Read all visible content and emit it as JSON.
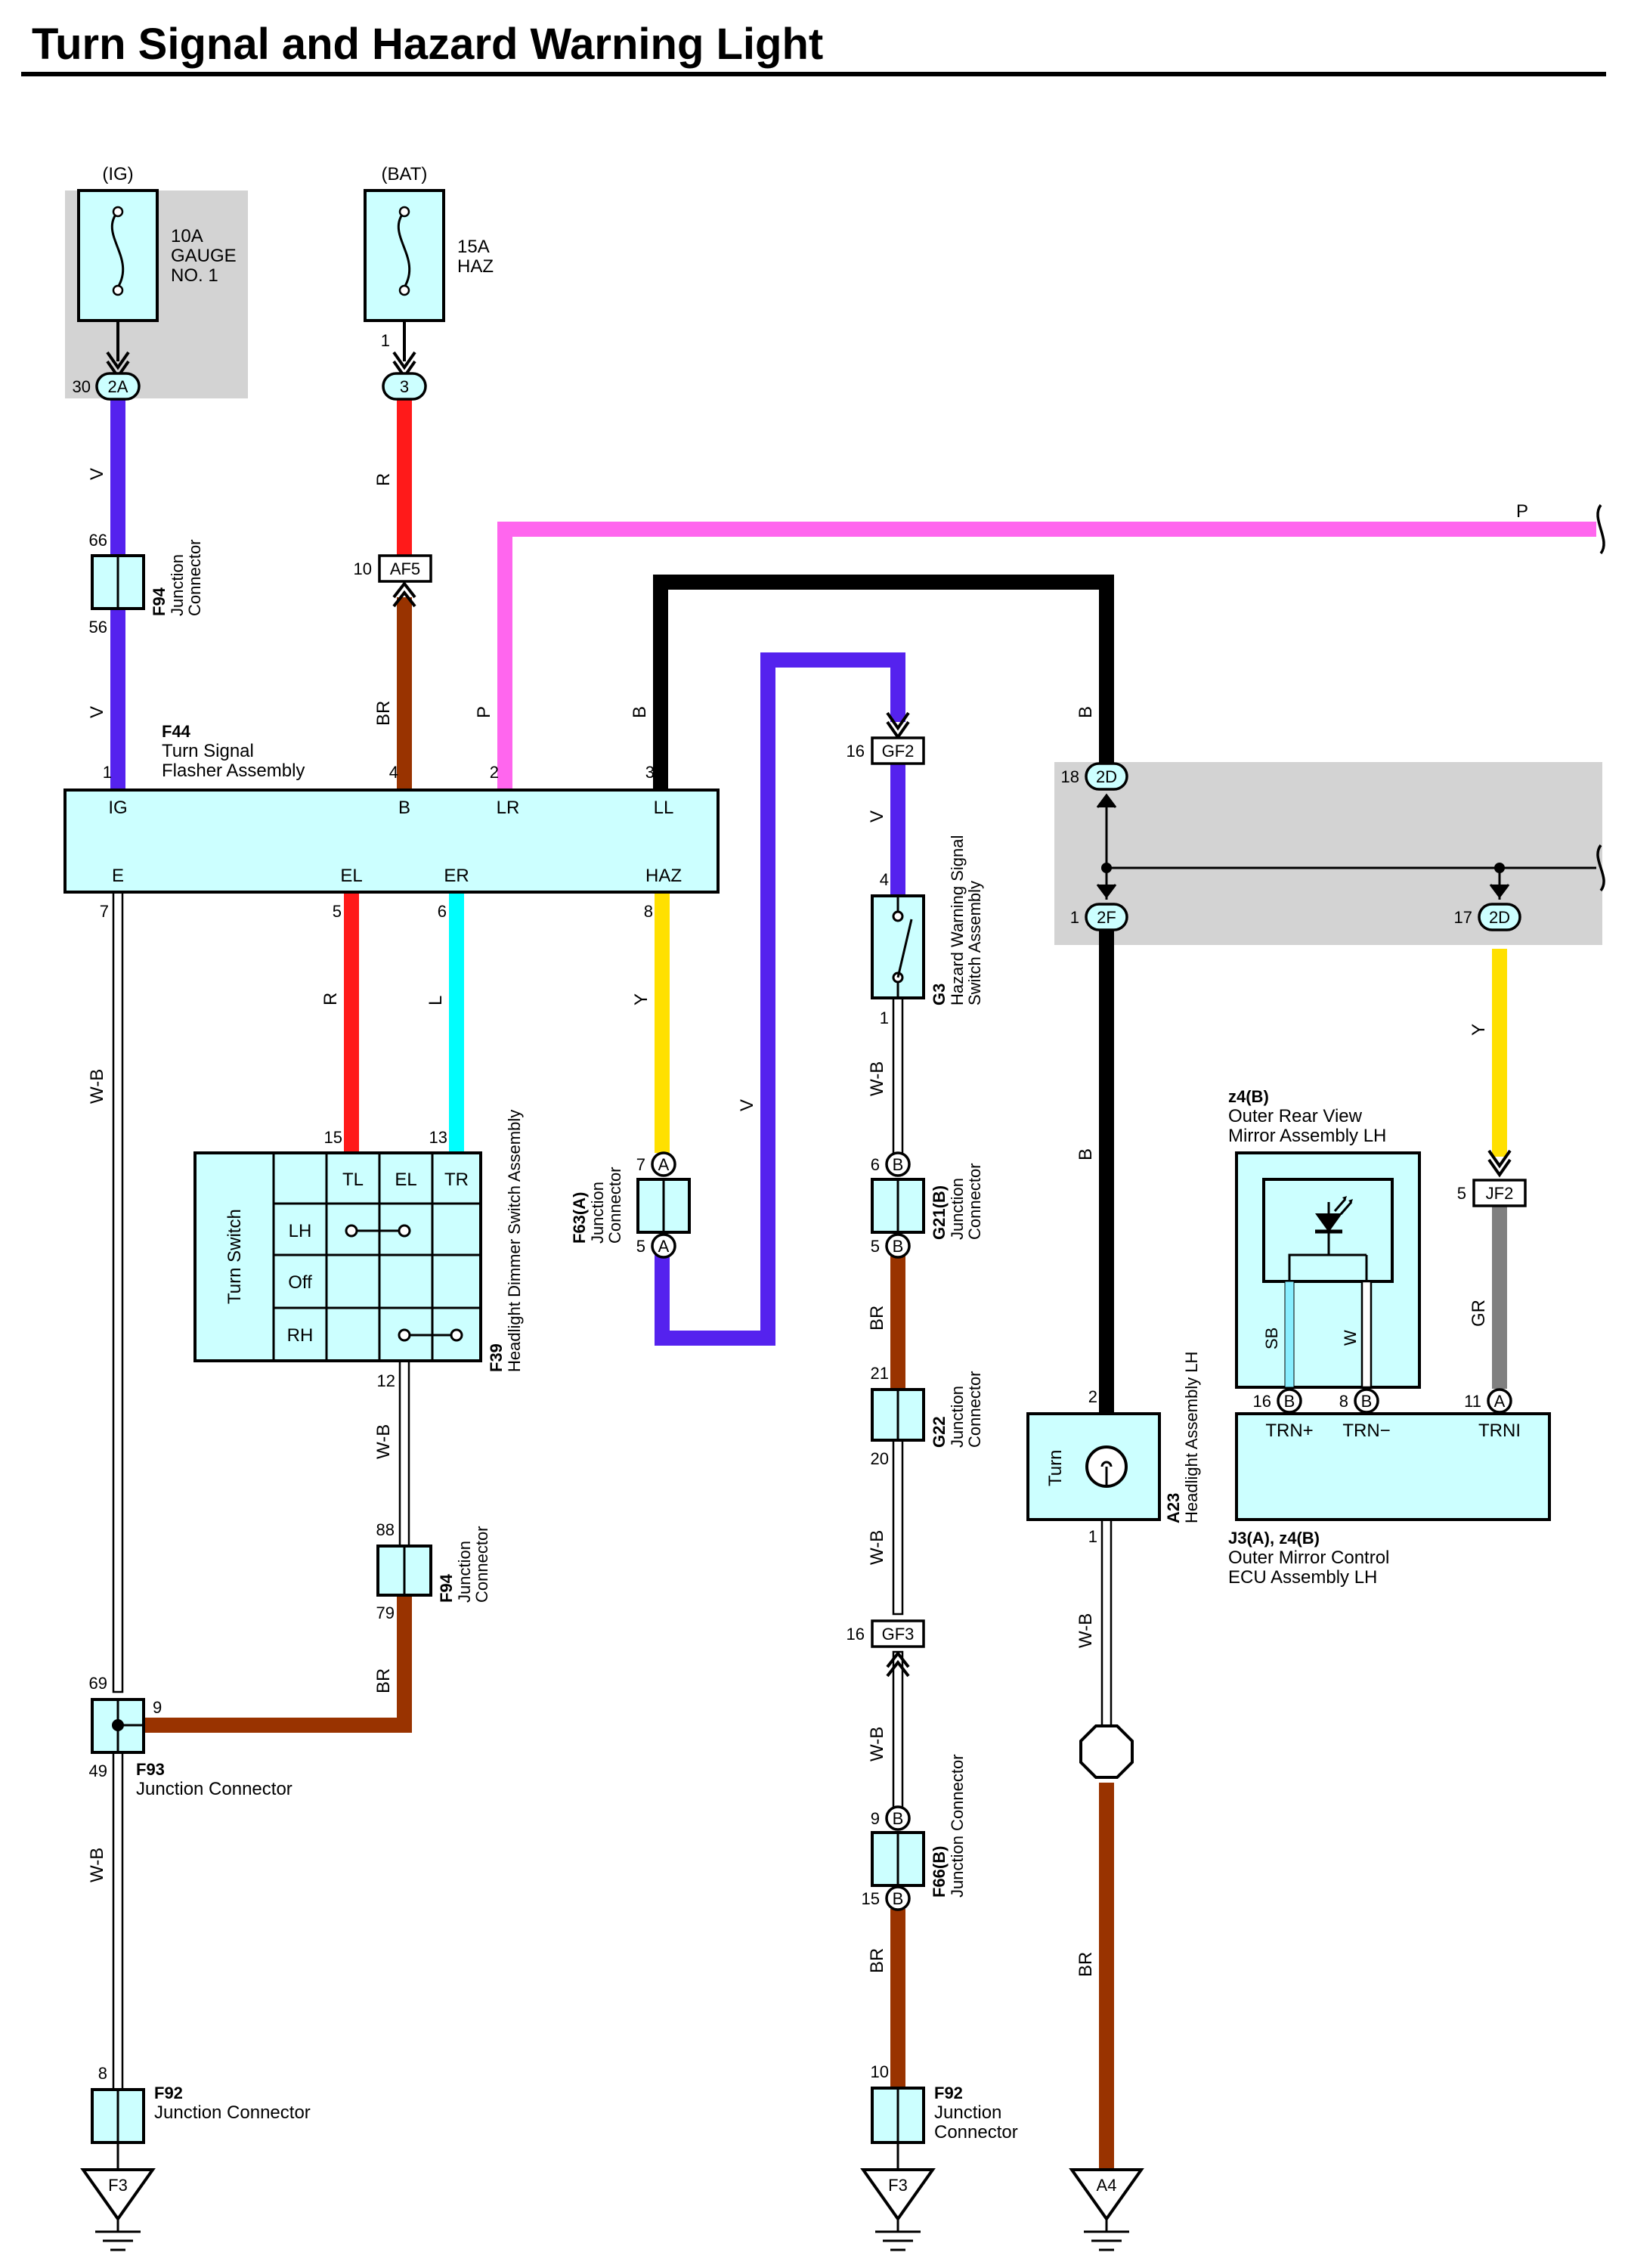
{
  "title": "Turn Signal and Hazard Warning Light",
  "colors": {
    "V": "#5522ee",
    "R": "#ff1a1a",
    "BR": "#993300",
    "P": "#ff66ee",
    "B": "#000000",
    "Y": "#ffe000",
    "L": "#00ffff",
    "GR": "#808080",
    "SB": "#88eeff",
    "W": "#ffffff"
  },
  "power": {
    "ig": {
      "supply": "(IG)",
      "fuse": [
        "10A",
        "GAUGE",
        "NO. 1"
      ],
      "pin_left": "30",
      "conn": "2A"
    },
    "bat": {
      "supply": "(BAT)",
      "fuse": [
        "15A",
        "HAZ"
      ],
      "pin_top": "1",
      "conn": "3"
    }
  },
  "wire_codes": {
    "v1": "V",
    "v2": "V",
    "r1": "R",
    "br1": "BR",
    "p1": "P",
    "p_far": "P",
    "b1": "B",
    "b2": "B",
    "b3": "B",
    "wb1": "W-B",
    "r2": "R",
    "l1": "L",
    "y1": "Y",
    "v3": "V",
    "v4": "V",
    "wb2": "W-B",
    "br2": "BR",
    "wb3": "W-B",
    "wb4": "W-B",
    "br3": "BR",
    "wb5": "W-B",
    "wb6": "W-B",
    "br4": "BR",
    "y2": "Y",
    "gr1": "GR",
    "br5": "BR",
    "wb7": "W-B"
  },
  "f94_top": {
    "pin_top": "66",
    "pin_bottom": "56",
    "code": "F94",
    "name": [
      "Junction",
      "Connector"
    ]
  },
  "af5": {
    "pin": "10",
    "conn": "AF5"
  },
  "flasher": {
    "code": "F44",
    "name": [
      "Turn Signal",
      "Flasher Assembly"
    ],
    "top_pins": [
      {
        "num": "1",
        "label": "IG"
      },
      {
        "num": "4",
        "label": "B"
      },
      {
        "num": "2",
        "label": "LR"
      },
      {
        "num": "3",
        "label": "LL"
      }
    ],
    "bottom_pins": [
      {
        "num": "7",
        "label": "E"
      },
      {
        "num": "5",
        "label": "EL"
      },
      {
        "num": "6",
        "label": "ER"
      },
      {
        "num": "8",
        "label": "HAZ"
      }
    ]
  },
  "turn_switch": {
    "title": "Turn Switch",
    "code": "F39",
    "name": "Headlight Dimmer Switch Assembly",
    "cols": [
      "TL",
      "EL",
      "TR"
    ],
    "rows": [
      "LH",
      "Off",
      "RH"
    ],
    "pin_el": "15",
    "pin_er": "13",
    "pin_tl": "12"
  },
  "f94_mid": {
    "pin_top": "88",
    "pin_bottom": "79",
    "code": "F94",
    "name": [
      "Junction",
      "Connector"
    ]
  },
  "f93": {
    "pin_top": "69",
    "pin_side": "9",
    "pin_bottom": "49",
    "code": "F93",
    "name": "Junction Connector"
  },
  "f92_left": {
    "pin": "8",
    "code": "F92",
    "name": "Junction Connector",
    "ground": "F3"
  },
  "f63": {
    "pin_top": "7",
    "pin_bottom": "5",
    "ab": "A",
    "code": "F63(A)",
    "name": [
      "Junction",
      "Connector"
    ]
  },
  "gf2": {
    "pin": "16",
    "conn": "GF2"
  },
  "g3": {
    "pin_top": "4",
    "pin_bottom": "1",
    "code": "G3",
    "name": [
      "Hazard Warning Signal",
      "Switch Assembly"
    ]
  },
  "g21": {
    "pin_top": "6",
    "pin_bottom": "5",
    "ab": "B",
    "code": "G21(B)",
    "name": [
      "Junction",
      "Connector"
    ]
  },
  "g22": {
    "pin_top": "21",
    "pin_bottom": "20",
    "code": "G22",
    "name": [
      "Junction",
      "Connector"
    ]
  },
  "gf3": {
    "pin": "16",
    "conn": "GF3"
  },
  "f66": {
    "pin_top": "9",
    "pin_bottom": "15",
    "ab": "B",
    "code": "F66(B)",
    "name": "Junction Connector"
  },
  "f92_mid": {
    "pin": "10",
    "code": "F92",
    "name": [
      "Junction",
      "Connector"
    ],
    "ground": "F3"
  },
  "jb": {
    "pin_18": "18",
    "conn_18": "2D",
    "pin_1": "1",
    "conn_1": "2F",
    "pin_17": "17",
    "conn_17": "2D"
  },
  "headlight": {
    "label": "Turn",
    "pin_top": "2",
    "pin_bottom": "1",
    "code": "A23",
    "name": "Headlight Assembly LH",
    "ground": "A4"
  },
  "mirror": {
    "code": "z4(B)",
    "name": [
      "Outer Rear View",
      "Mirror Assembly LH"
    ],
    "wire_sb": "SB",
    "wire_w": "W"
  },
  "mirror_ecu": {
    "pins": [
      {
        "num": "16",
        "ab": "B",
        "label": "TRN+"
      },
      {
        "num": "8",
        "ab": "B",
        "label": "TRN−"
      },
      {
        "num": "11",
        "ab": "A",
        "label": "TRNI"
      }
    ],
    "code": "J3(A), z4(B)",
    "name": [
      "Outer Mirror Control",
      "ECU Assembly LH"
    ]
  },
  "jf2": {
    "pin": "5",
    "conn": "JF2"
  }
}
